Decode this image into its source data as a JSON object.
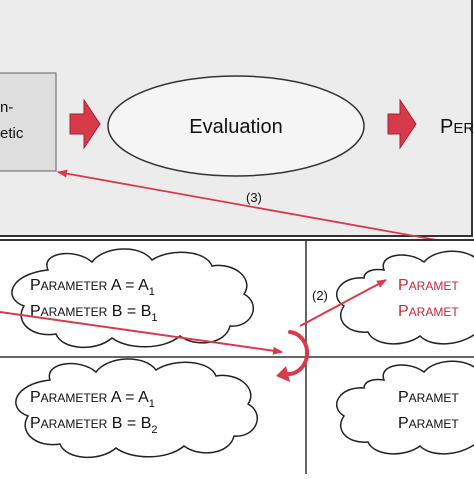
{
  "top_panel": {
    "left_box_lines": [
      "n-",
      "etic"
    ],
    "evaluation_label": "Evaluation",
    "output_label": "Perf",
    "feedback_label": "(3)"
  },
  "grid": {
    "connector_label": "(2)",
    "clouds": [
      {
        "lines": [
          {
            "prefix": "Parameter A = A",
            "sub": "1"
          },
          {
            "prefix": "Parameter B = B",
            "sub": "1"
          }
        ]
      },
      {
        "lines": [
          {
            "prefix": "Parameter A = A",
            "sub": "1"
          },
          {
            "prefix": "Parameter B = B",
            "sub": "2"
          }
        ]
      },
      {
        "lines": [
          {
            "prefix": "Paramet",
            "sub": ""
          },
          {
            "prefix": "Paramet",
            "sub": ""
          }
        ]
      },
      {
        "lines": [
          {
            "prefix": "Paramet",
            "sub": ""
          },
          {
            "prefix": "Paramet",
            "sub": ""
          }
        ]
      }
    ]
  },
  "colors": {
    "panel_bg": "#ececec",
    "accent_red": "#d93a4a",
    "highlight_text": "#c8283c",
    "line_dark": "#222222"
  }
}
